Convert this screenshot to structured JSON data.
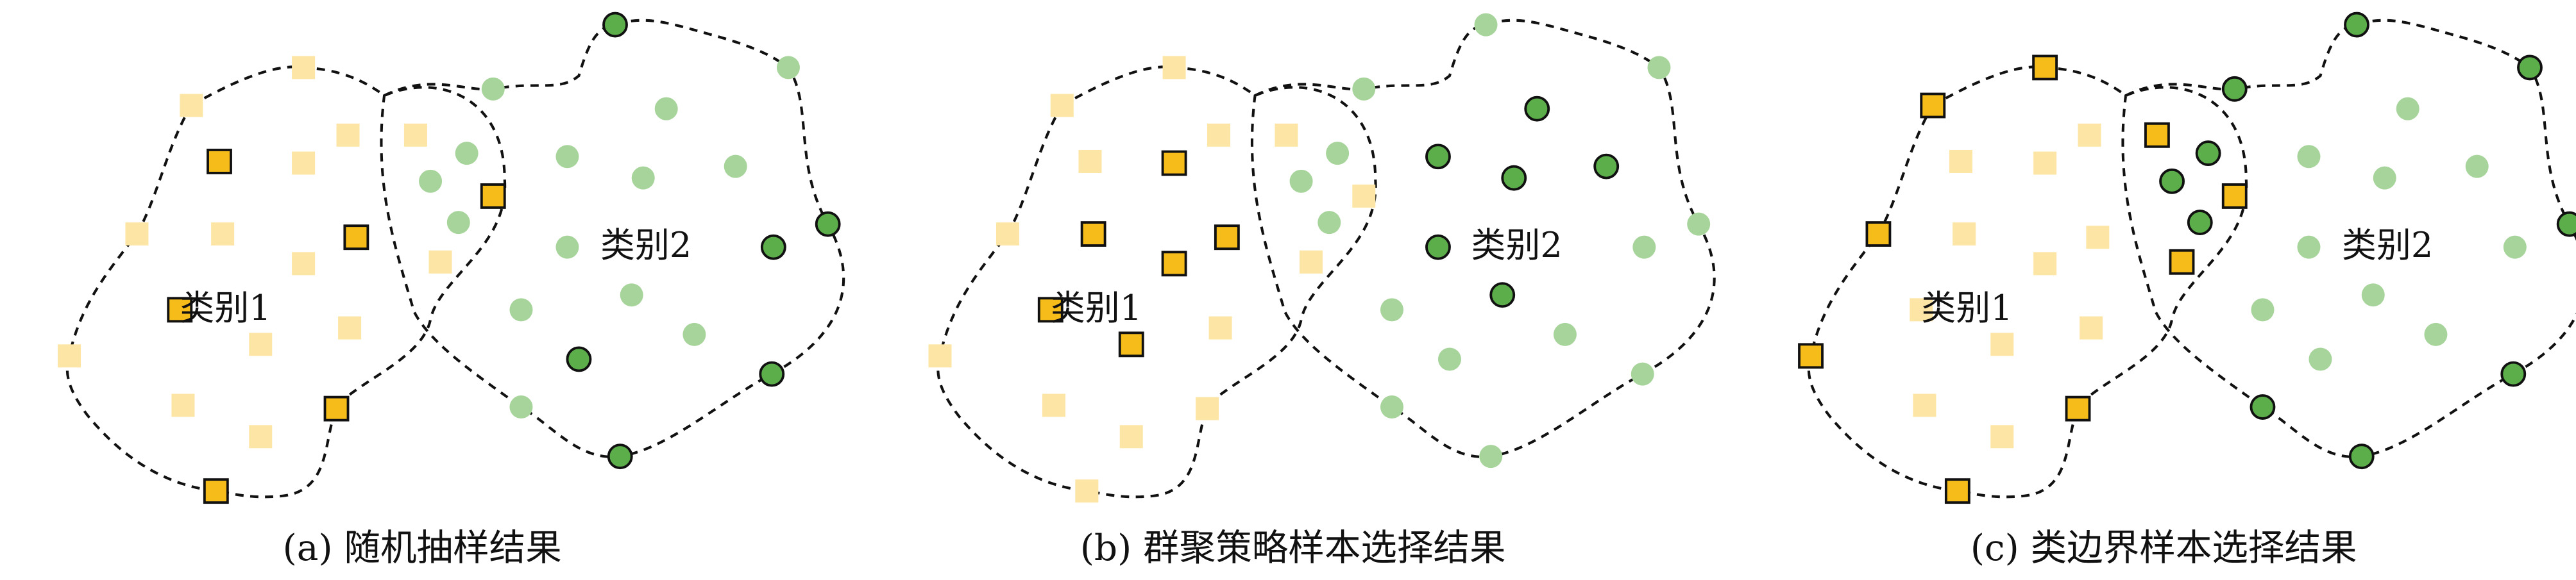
{
  "colors": {
    "square_pale": "#FDE6A5",
    "square_selected": "#F6BD1A",
    "circle_pale": "#A7D49B",
    "circle_selected": "#5BAE4A",
    "outline": "#111111"
  },
  "panels": [
    {
      "id": "a",
      "caption": "(a) 随机抽样结果",
      "class1_label": "类别1",
      "class2_label": "类别2",
      "squares": [
        [
          95,
          60
        ],
        [
          163,
          37
        ],
        [
          62,
          138
        ],
        [
          21,
          212
        ],
        [
          90,
          242
        ],
        [
          137,
          261
        ],
        [
          110,
          294
        ],
        [
          112,
          94
        ],
        [
          163,
          95
        ],
        [
          190,
          78
        ],
        [
          114,
          138
        ],
        [
          195,
          140
        ],
        [
          163,
          156
        ],
        [
          88,
          184
        ],
        [
          191,
          195
        ],
        [
          137,
          205
        ],
        [
          183,
          244
        ],
        [
          231,
          78
        ],
        [
          278,
          115
        ],
        [
          246,
          155
        ]
      ],
      "squares_selected": [
        [
          112,
          94
        ],
        [
          195,
          140
        ],
        [
          88,
          184
        ],
        [
          183,
          244
        ],
        [
          110,
          294
        ],
        [
          278,
          115
        ]
      ],
      "circles": [
        [
          352,
          11
        ],
        [
          457,
          37
        ],
        [
          481,
          132
        ],
        [
          447,
          223
        ],
        [
          355,
          273
        ],
        [
          295,
          243
        ],
        [
          278,
          50
        ],
        [
          240,
          106
        ],
        [
          262,
          89
        ],
        [
          257,
          131
        ],
        [
          383,
          62
        ],
        [
          323,
          91
        ],
        [
          369,
          104
        ],
        [
          425,
          97
        ],
        [
          448,
          146
        ],
        [
          323,
          146
        ],
        [
          295,
          184
        ],
        [
          362,
          175
        ],
        [
          400,
          199
        ],
        [
          330,
          214
        ]
      ],
      "circles_selected": [
        [
          352,
          11
        ],
        [
          481,
          132
        ],
        [
          448,
          146
        ],
        [
          447,
          223
        ],
        [
          355,
          273
        ],
        [
          330,
          214
        ]
      ]
    },
    {
      "id": "b",
      "caption": "(b) 群聚策略样本选择结果",
      "class1_label": "类别1",
      "class2_label": "类别2",
      "squares": [
        [
          95,
          60
        ],
        [
          163,
          37
        ],
        [
          62,
          138
        ],
        [
          21,
          212
        ],
        [
          90,
          242
        ],
        [
          137,
          261
        ],
        [
          110,
          294
        ],
        [
          112,
          94
        ],
        [
          163,
          95
        ],
        [
          190,
          78
        ],
        [
          114,
          138
        ],
        [
          195,
          140
        ],
        [
          163,
          156
        ],
        [
          88,
          184
        ],
        [
          191,
          195
        ],
        [
          137,
          205
        ],
        [
          183,
          244
        ],
        [
          231,
          78
        ],
        [
          278,
          115
        ],
        [
          246,
          155
        ]
      ],
      "squares_selected": [
        [
          163,
          95
        ],
        [
          114,
          138
        ],
        [
          195,
          140
        ],
        [
          163,
          156
        ],
        [
          88,
          184
        ],
        [
          137,
          205
        ]
      ],
      "circles": [
        [
          352,
          11
        ],
        [
          457,
          37
        ],
        [
          481,
          132
        ],
        [
          447,
          223
        ],
        [
          355,
          273
        ],
        [
          295,
          243
        ],
        [
          278,
          50
        ],
        [
          240,
          106
        ],
        [
          262,
          89
        ],
        [
          257,
          131
        ],
        [
          383,
          62
        ],
        [
          323,
          91
        ],
        [
          369,
          104
        ],
        [
          425,
          97
        ],
        [
          448,
          146
        ],
        [
          323,
          146
        ],
        [
          295,
          184
        ],
        [
          362,
          175
        ],
        [
          400,
          199
        ],
        [
          330,
          214
        ]
      ],
      "circles_selected": [
        [
          383,
          62
        ],
        [
          323,
          91
        ],
        [
          369,
          104
        ],
        [
          425,
          97
        ],
        [
          323,
          146
        ],
        [
          362,
          175
        ]
      ]
    },
    {
      "id": "c",
      "caption": "(c) 类边界样本选择结果",
      "class1_label": "类别1",
      "class2_label": "类别2",
      "squares": [
        [
          95,
          60
        ],
        [
          163,
          37
        ],
        [
          62,
          138
        ],
        [
          21,
          212
        ],
        [
          90,
          242
        ],
        [
          137,
          261
        ],
        [
          110,
          294
        ],
        [
          112,
          94
        ],
        [
          163,
          95
        ],
        [
          190,
          78
        ],
        [
          114,
          138
        ],
        [
          195,
          140
        ],
        [
          163,
          156
        ],
        [
          88,
          184
        ],
        [
          191,
          195
        ],
        [
          137,
          205
        ],
        [
          183,
          244
        ],
        [
          231,
          78
        ],
        [
          278,
          115
        ],
        [
          246,
          155
        ]
      ],
      "squares_selected": [
        [
          95,
          60
        ],
        [
          163,
          37
        ],
        [
          62,
          138
        ],
        [
          21,
          212
        ],
        [
          183,
          244
        ],
        [
          110,
          294
        ],
        [
          231,
          78
        ],
        [
          278,
          115
        ],
        [
          246,
          155
        ]
      ],
      "circles": [
        [
          352,
          11
        ],
        [
          457,
          37
        ],
        [
          481,
          132
        ],
        [
          447,
          223
        ],
        [
          355,
          273
        ],
        [
          295,
          243
        ],
        [
          278,
          50
        ],
        [
          240,
          106
        ],
        [
          262,
          89
        ],
        [
          257,
          131
        ],
        [
          383,
          62
        ],
        [
          323,
          91
        ],
        [
          369,
          104
        ],
        [
          425,
          97
        ],
        [
          448,
          146
        ],
        [
          323,
          146
        ],
        [
          295,
          184
        ],
        [
          362,
          175
        ],
        [
          400,
          199
        ],
        [
          330,
          214
        ]
      ],
      "circles_selected": [
        [
          352,
          11
        ],
        [
          457,
          37
        ],
        [
          481,
          132
        ],
        [
          447,
          223
        ],
        [
          355,
          273
        ],
        [
          295,
          243
        ],
        [
          278,
          50
        ],
        [
          240,
          106
        ],
        [
          262,
          89
        ],
        [
          257,
          131
        ]
      ]
    }
  ]
}
